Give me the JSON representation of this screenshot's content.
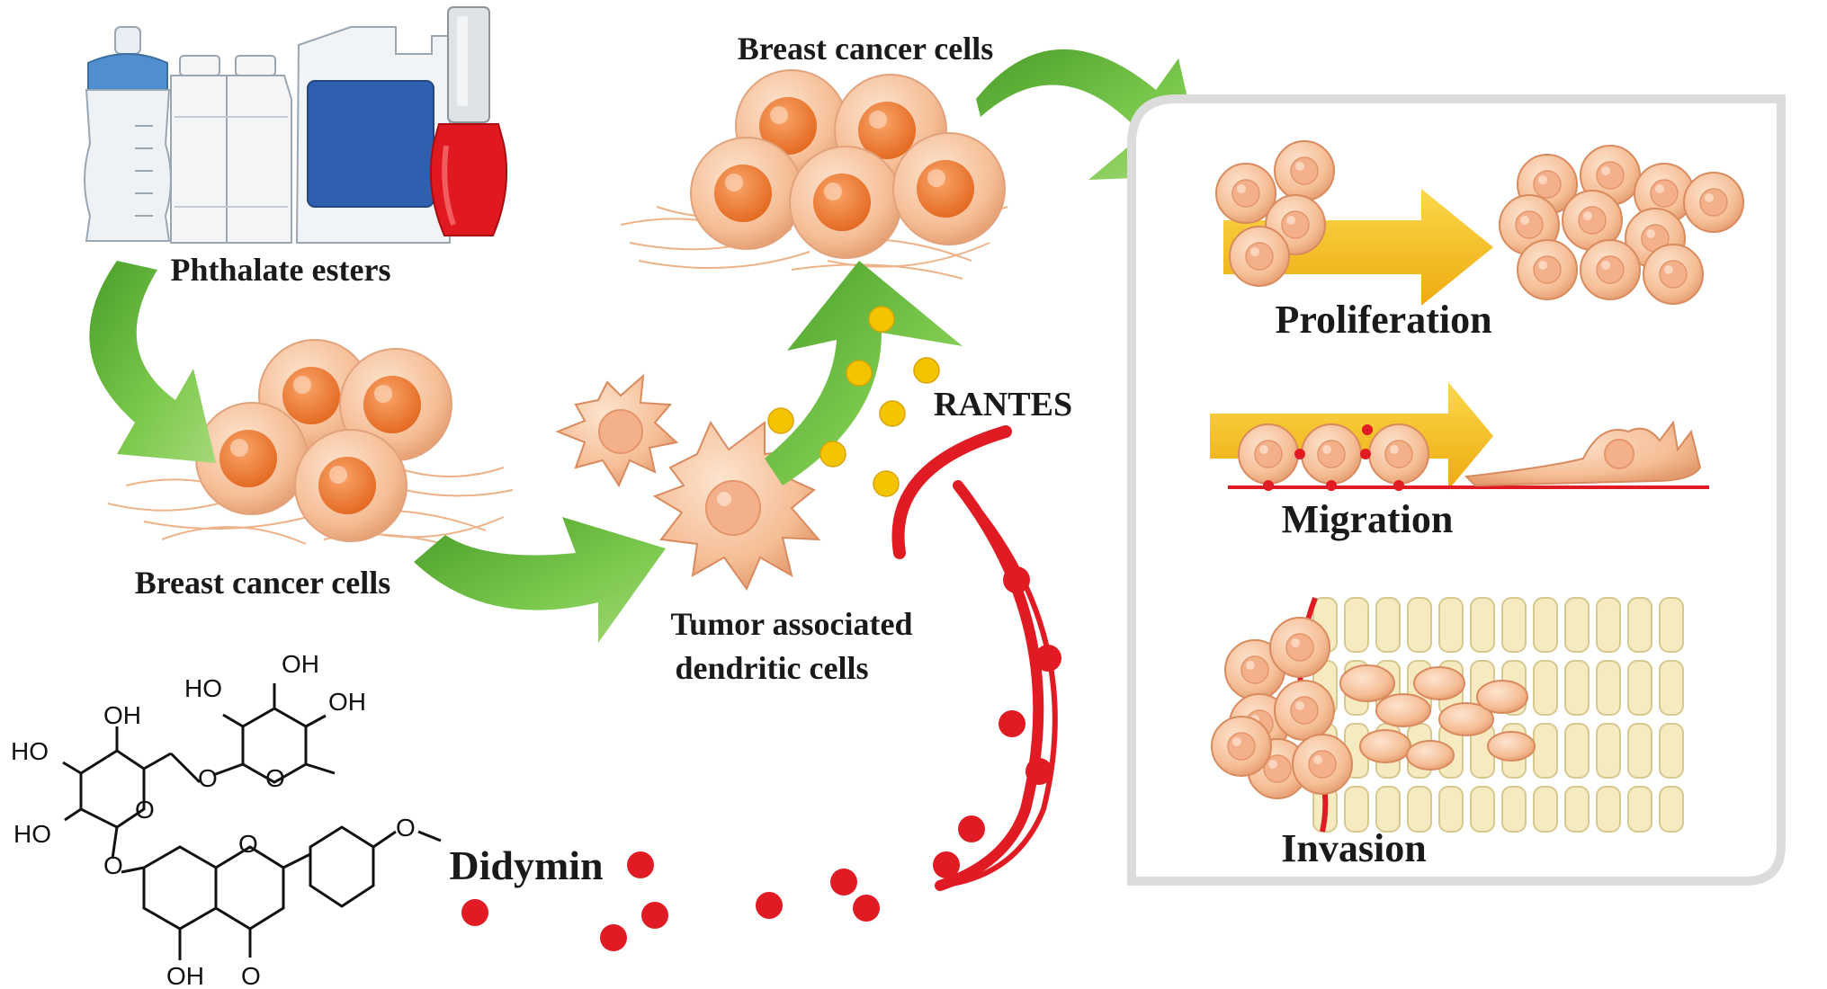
{
  "labels": {
    "phthalate": "Phthalate esters",
    "breast_cells_top": "Breast cancer cells",
    "breast_cells_left": "Breast cancer cells",
    "tadc_line1": "Tumor associated",
    "tadc_line2": "dendritic cells",
    "rantes": "RANTES",
    "didymin": "Didymin"
  },
  "outcomes": {
    "proliferation": "Proliferation",
    "migration": "Migration",
    "invasion": "Invasion"
  },
  "chem_labels": [
    "OH",
    "HO",
    "OH",
    "OH",
    "HO",
    "HO",
    "O",
    "O",
    "O",
    "O",
    "O",
    "O",
    "OH",
    "O"
  ],
  "colors": {
    "arrow_green": "#5cb531",
    "cell_fill": "#f7c9a8",
    "nucleus": "#f0813a",
    "rantes_red": "#e01b23",
    "yellow_dot": "#f5c400",
    "yellow_arrow": "#f6c21a",
    "tissue": "#f5eac0"
  }
}
